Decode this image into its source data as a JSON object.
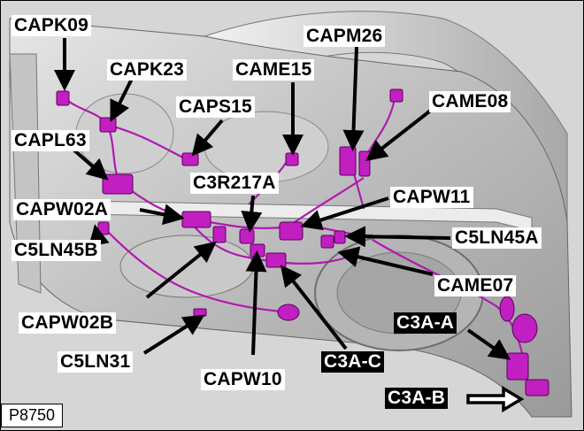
{
  "figure_id": "P8750",
  "colors": {
    "connector": "#c21fc2",
    "arrow": "#000000",
    "door_panel": "#bfbfbf"
  },
  "labels": {
    "capk09": "CAPK09",
    "capk23": "CAPK23",
    "capm26": "CAPM26",
    "came15": "CAME15",
    "came08": "CAME08",
    "caps15": "CAPS15",
    "capl63": "CAPL63",
    "c3r217a": "C3R217A",
    "capw11": "CAPW11",
    "capw02a": "CAPW02A",
    "c5ln45a": "C5LN45A",
    "c5ln45b": "C5LN45B",
    "came07": "CAME07",
    "c3a_a": "C3A-A",
    "capw02b": "CAPW02B",
    "c3a_c": "C3A-C",
    "c5ln31": "C5LN31",
    "capw10": "CAPW10",
    "c3a_b": "C3A-B"
  }
}
